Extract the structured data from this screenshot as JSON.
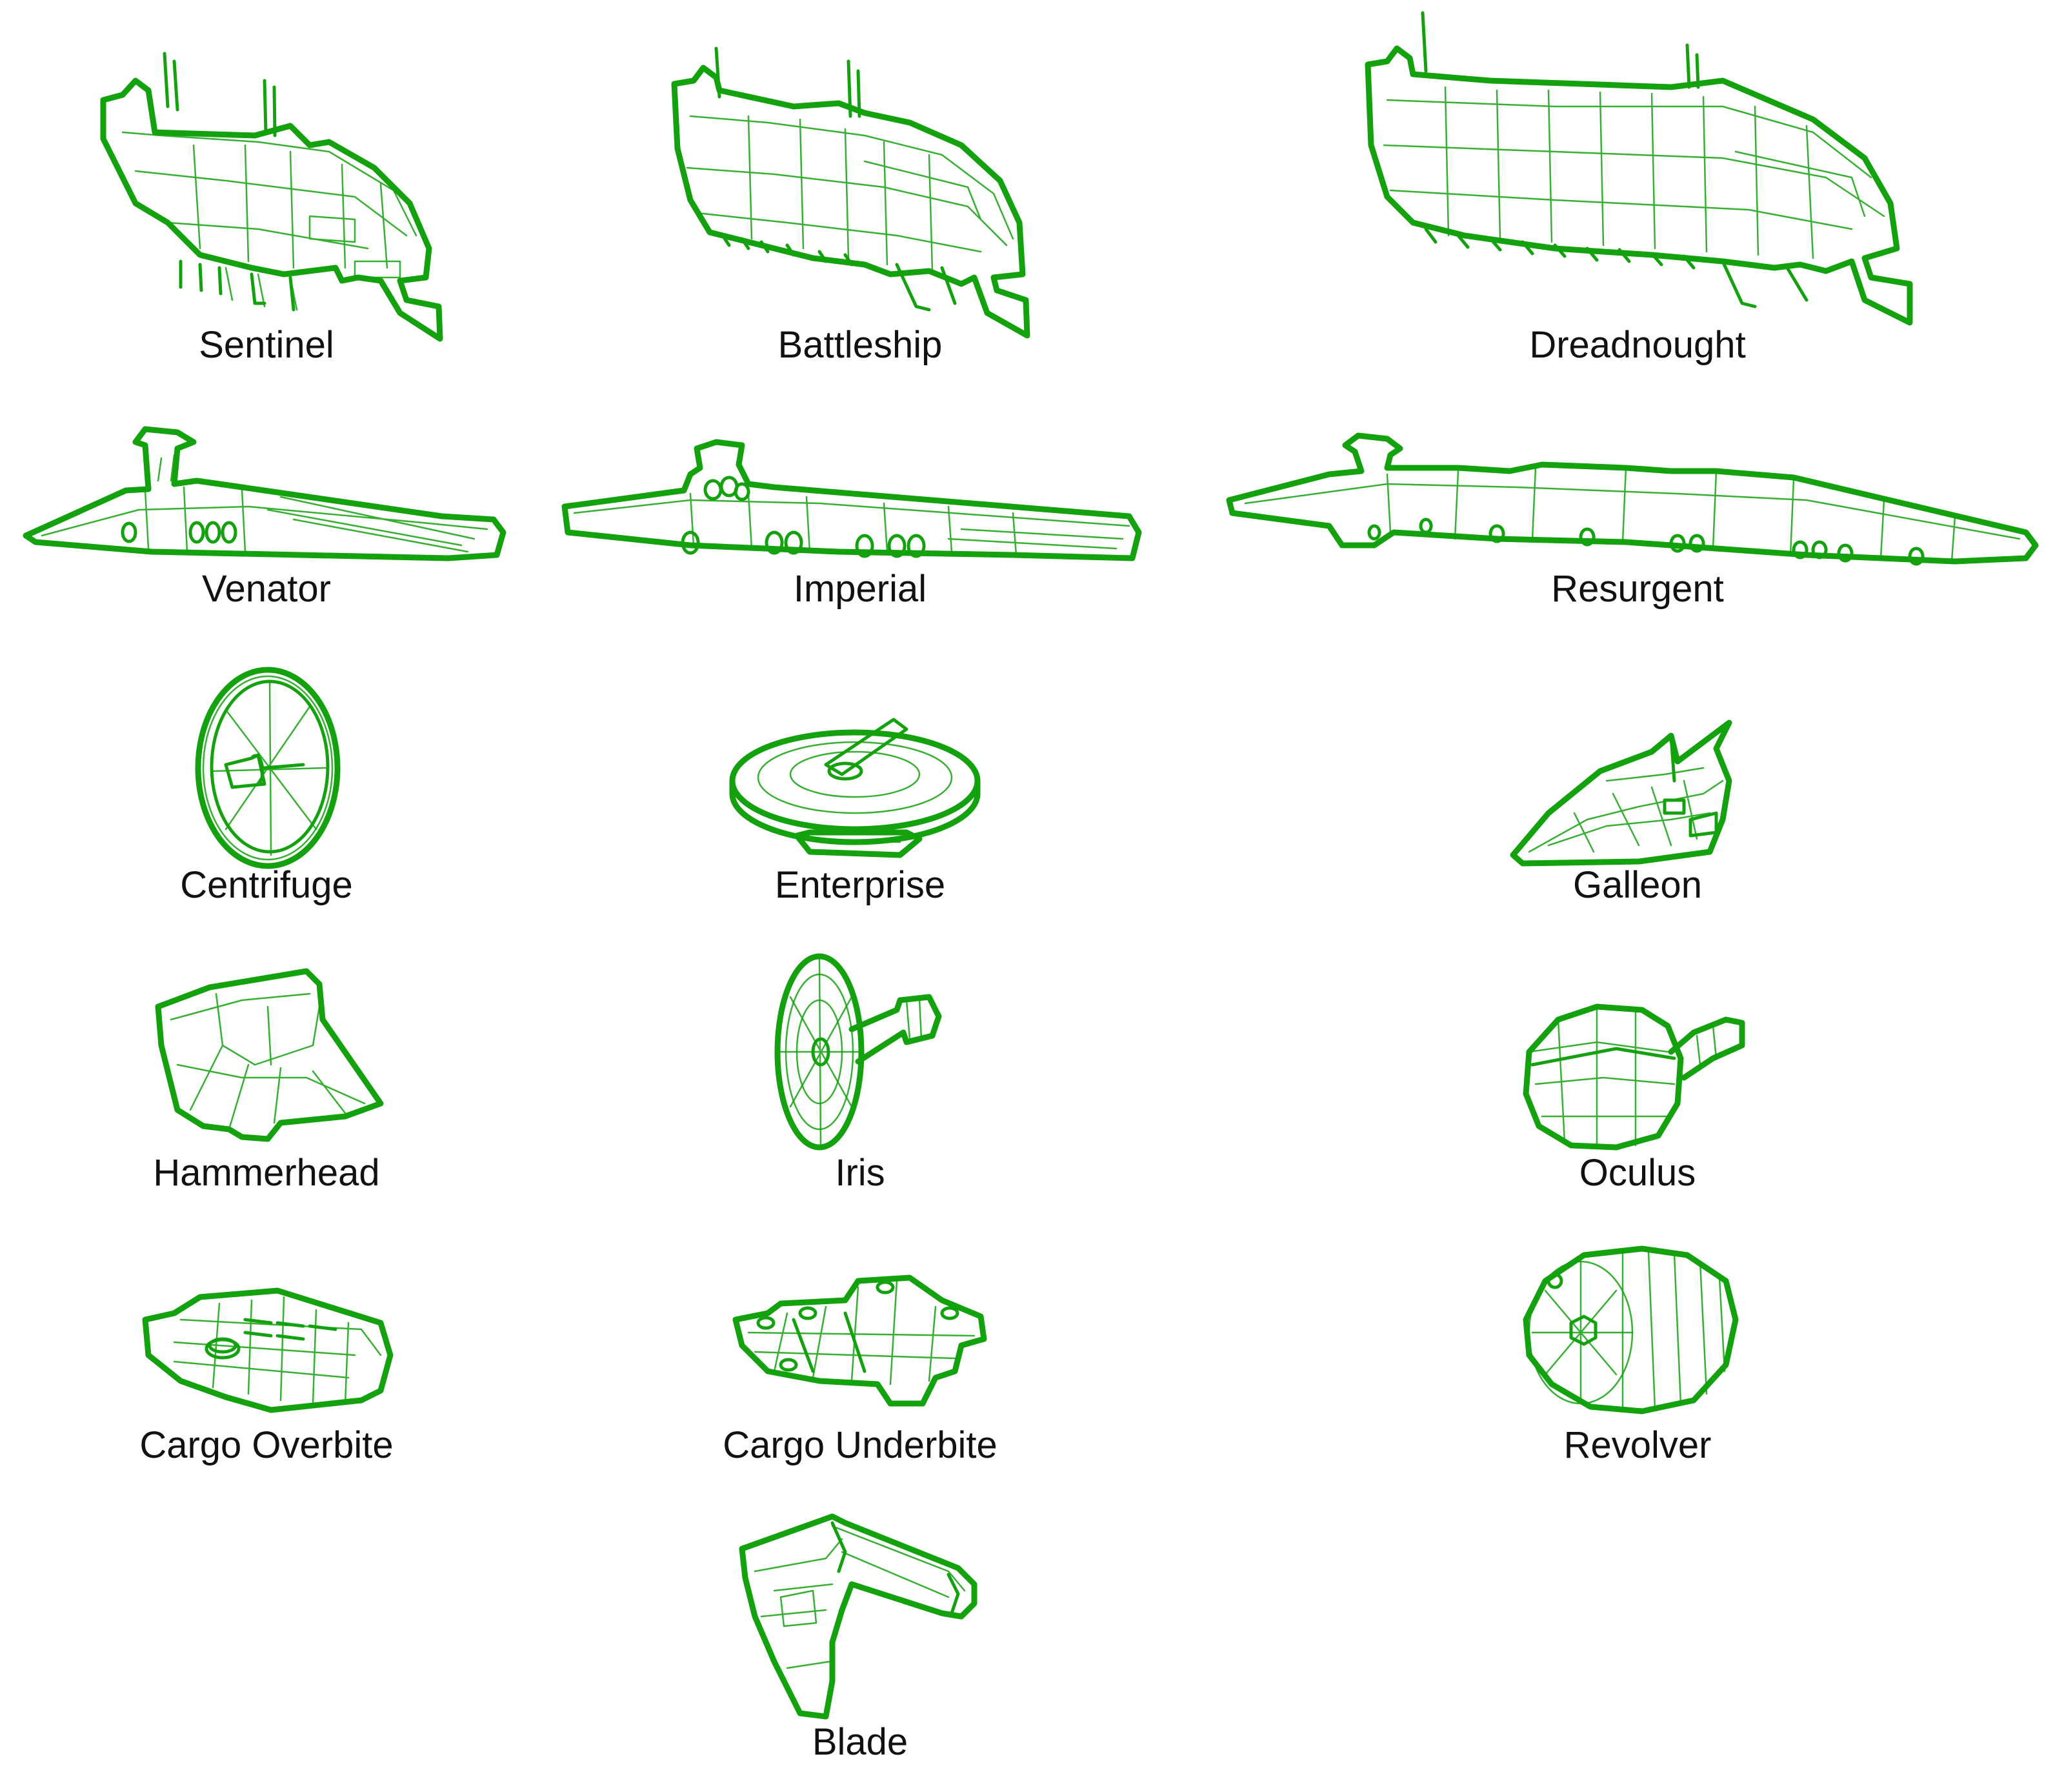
{
  "colors": {
    "stroke": "#13a10e",
    "label": "#111111",
    "background": "#ffffff"
  },
  "ships": [
    {
      "id": "sentinel",
      "label": "Sentinel",
      "icon": "sentinel-ship-icon"
    },
    {
      "id": "battleship",
      "label": "Battleship",
      "icon": "battleship-ship-icon"
    },
    {
      "id": "dreadnought",
      "label": "Dreadnought",
      "icon": "dreadnought-ship-icon"
    },
    {
      "id": "venator",
      "label": "Venator",
      "icon": "venator-ship-icon"
    },
    {
      "id": "imperial",
      "label": "Imperial",
      "icon": "imperial-ship-icon"
    },
    {
      "id": "resurgent",
      "label": "Resurgent",
      "icon": "resurgent-ship-icon"
    },
    {
      "id": "centrifuge",
      "label": "Centrifuge",
      "icon": "centrifuge-ship-icon"
    },
    {
      "id": "enterprise",
      "label": "Enterprise",
      "icon": "enterprise-ship-icon"
    },
    {
      "id": "galleon",
      "label": "Galleon",
      "icon": "galleon-ship-icon"
    },
    {
      "id": "hammerhead",
      "label": "Hammerhead",
      "icon": "hammerhead-ship-icon"
    },
    {
      "id": "iris",
      "label": "Iris",
      "icon": "iris-ship-icon"
    },
    {
      "id": "oculus",
      "label": "Oculus",
      "icon": "oculus-ship-icon"
    },
    {
      "id": "cargo-overbite",
      "label": "Cargo Overbite",
      "icon": "cargo-overbite-ship-icon"
    },
    {
      "id": "cargo-underbite",
      "label": "Cargo Underbite",
      "icon": "cargo-underbite-ship-icon"
    },
    {
      "id": "revolver",
      "label": "Revolver",
      "icon": "revolver-ship-icon"
    },
    {
      "id": "blade",
      "label": "Blade",
      "icon": "blade-ship-icon"
    }
  ]
}
